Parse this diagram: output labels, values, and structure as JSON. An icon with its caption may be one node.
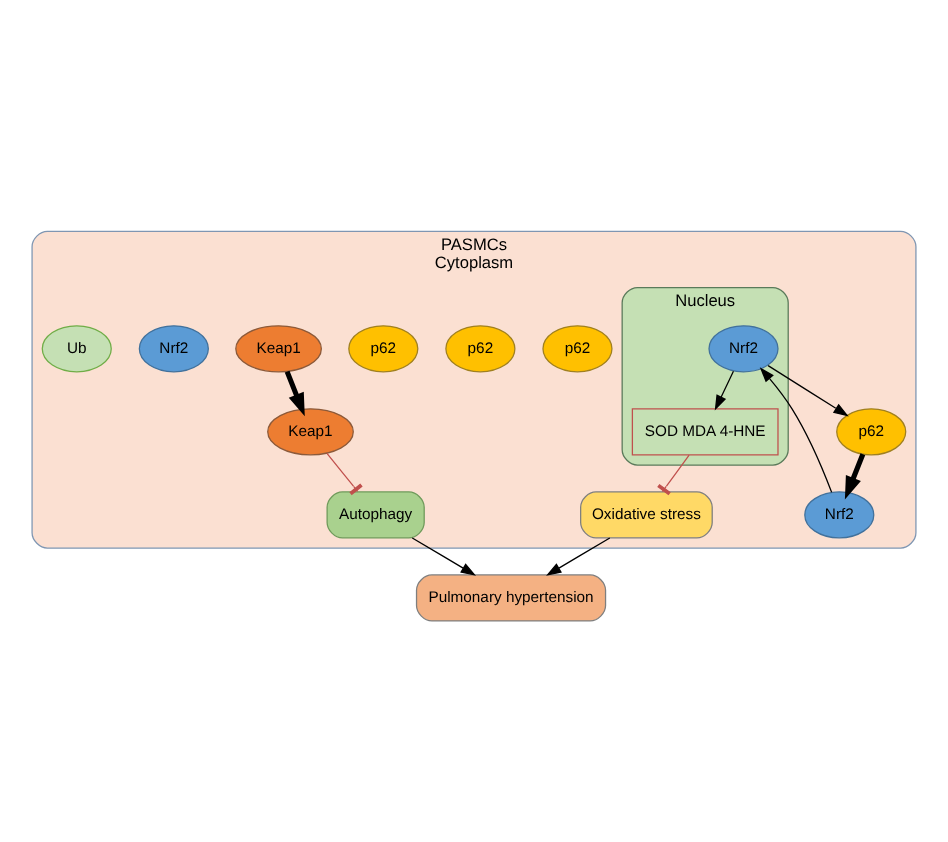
{
  "diagram": {
    "nodes": [
      {
        "text": [
          "PASMCs",
          "Cytoplasm"
        ]
      },
      {
        "text": [
          "Autophagy"
        ],
        "in": 0
      },
      {
        "text": [
          "p62"
        ],
        "in": 0
      },
      {
        "text": [
          "p62"
        ],
        "in": 0
      },
      {
        "text": [
          "p62"
        ],
        "in": 0
      },
      {
        "text": [
          "Keap1"
        ],
        "in": 0
      },
      {
        "text": [
          "p62"
        ],
        "in": 0
      },
      {
        "text": [
          "Keap1"
        ],
        "in": 0
      },
      {
        "text": [
          "Nrf2"
        ],
        "in": 0
      },
      {
        "text": [
          "Nrf2"
        ],
        "in": 0
      },
      {
        "text": [
          "Ub"
        ],
        "in": 0
      },
      {
        "text": [
          "Nucleus"
        ],
        "in": 0
      },
      {
        "text": [
          "Nrf2"
        ],
        "in": 11
      },
      {
        "text": [
          "SOD MDA 4-HNE"
        ],
        "in": 11
      },
      {
        "text": [
          "Oxidative stress"
        ],
        "in": 0
      },
      {
        "text": [
          "Pulmonary hypertension"
        ]
      }
    ],
    "edges": [
      {
        "from": 4,
        "to": 9,
        "arrow": "to",
        "style": "thick"
      },
      {
        "from": 7,
        "to": 5,
        "arrow": "to",
        "style": "thick"
      },
      {
        "from": 5,
        "to": 1,
        "arrow": "other",
        "color": "#c0504d"
      },
      {
        "from": 9,
        "to": 12,
        "arrow": "to"
      },
      {
        "from": 12,
        "to": 4,
        "arrow": "to"
      },
      {
        "from": 12,
        "to": 13,
        "arrow": "to"
      },
      {
        "from": 13,
        "to": 14,
        "arrow": "other",
        "color": "#c0504d"
      },
      {
        "from": 1,
        "to": 15,
        "arrow": "to"
      },
      {
        "from": 14,
        "to": 15,
        "arrow": "to"
      }
    ]
  }
}
